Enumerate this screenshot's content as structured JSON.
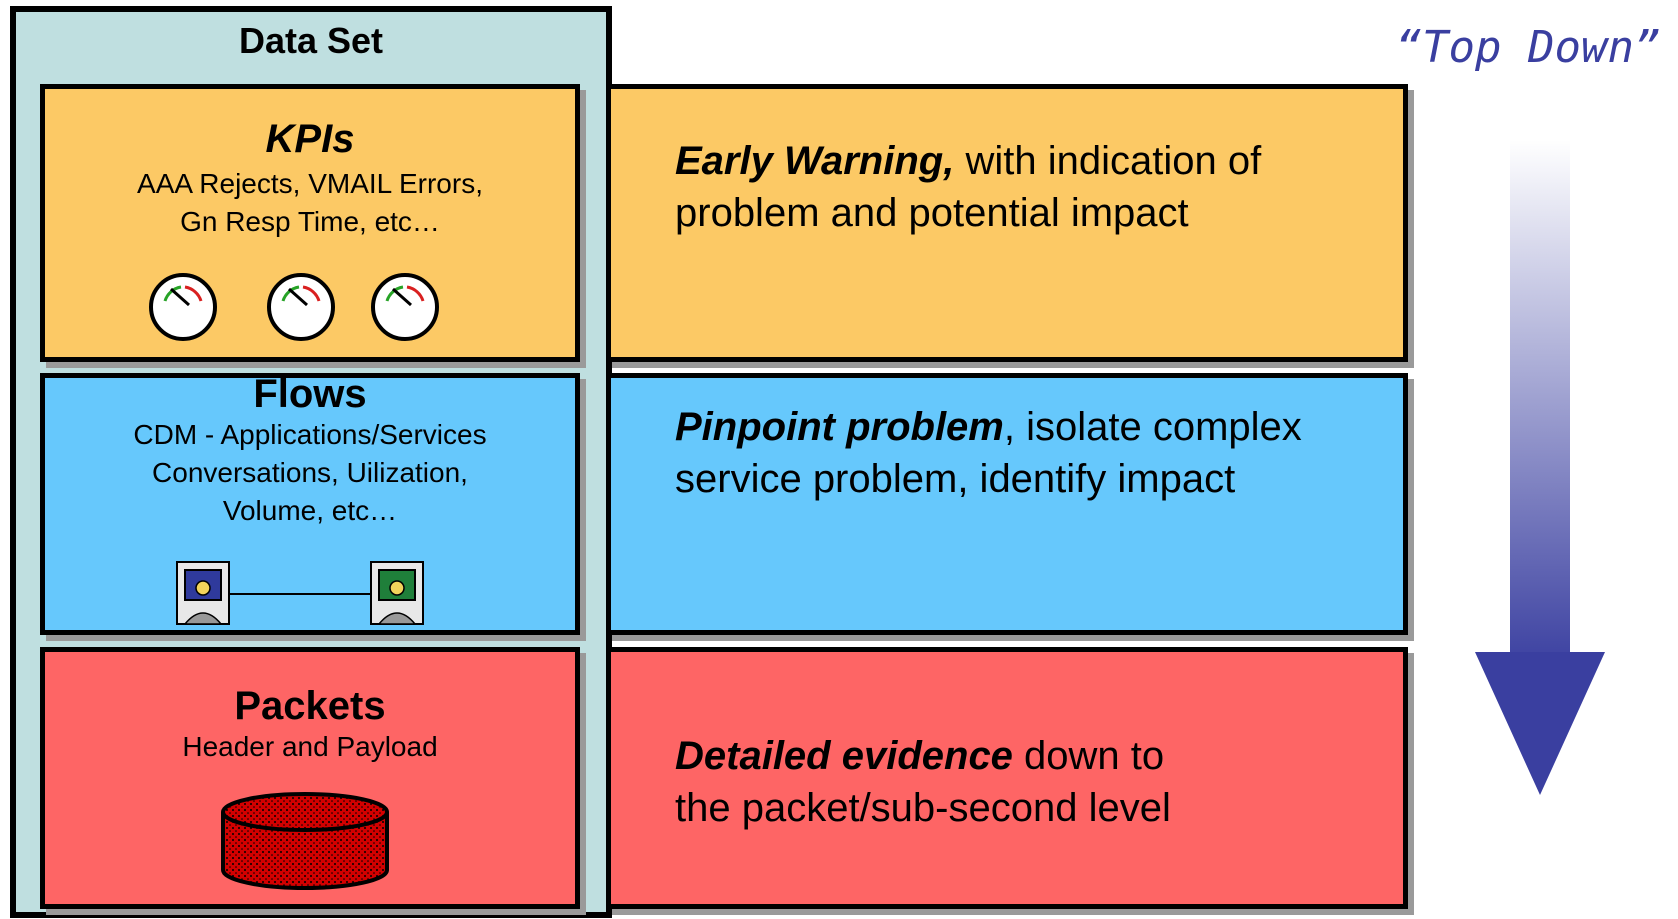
{
  "dataset": {
    "title": "Data Set"
  },
  "kpis": {
    "title": "KPIs",
    "line1": "AAA Rejects, VMAIL Errors,",
    "line2": "Gn Resp Time, etc…",
    "gauge_count": 3,
    "color": "#fcc965"
  },
  "flows": {
    "title": "Flows",
    "line1": "CDM - Applications/Services",
    "line2": "Conversations, Uilization,",
    "line3": "Volume, etc…",
    "color": "#66c8fc"
  },
  "packets": {
    "title": "Packets",
    "line1": "Header and Payload",
    "color": "#fe6565"
  },
  "descriptions": {
    "kpis": {
      "bold": "Early Warning,",
      "rest": " with indication of",
      "line2": "problem and potential impact"
    },
    "flows": {
      "bold": "Pinpoint problem",
      "rest": ", isolate complex",
      "line2": "service problem, identify impact"
    },
    "packets": {
      "bold": "Detailed evidence",
      "rest": " down to",
      "line2": "the packet/sub-second level"
    }
  },
  "top_down": {
    "label": "“Top Down”",
    "arrow_color": "#3a3fa0"
  }
}
